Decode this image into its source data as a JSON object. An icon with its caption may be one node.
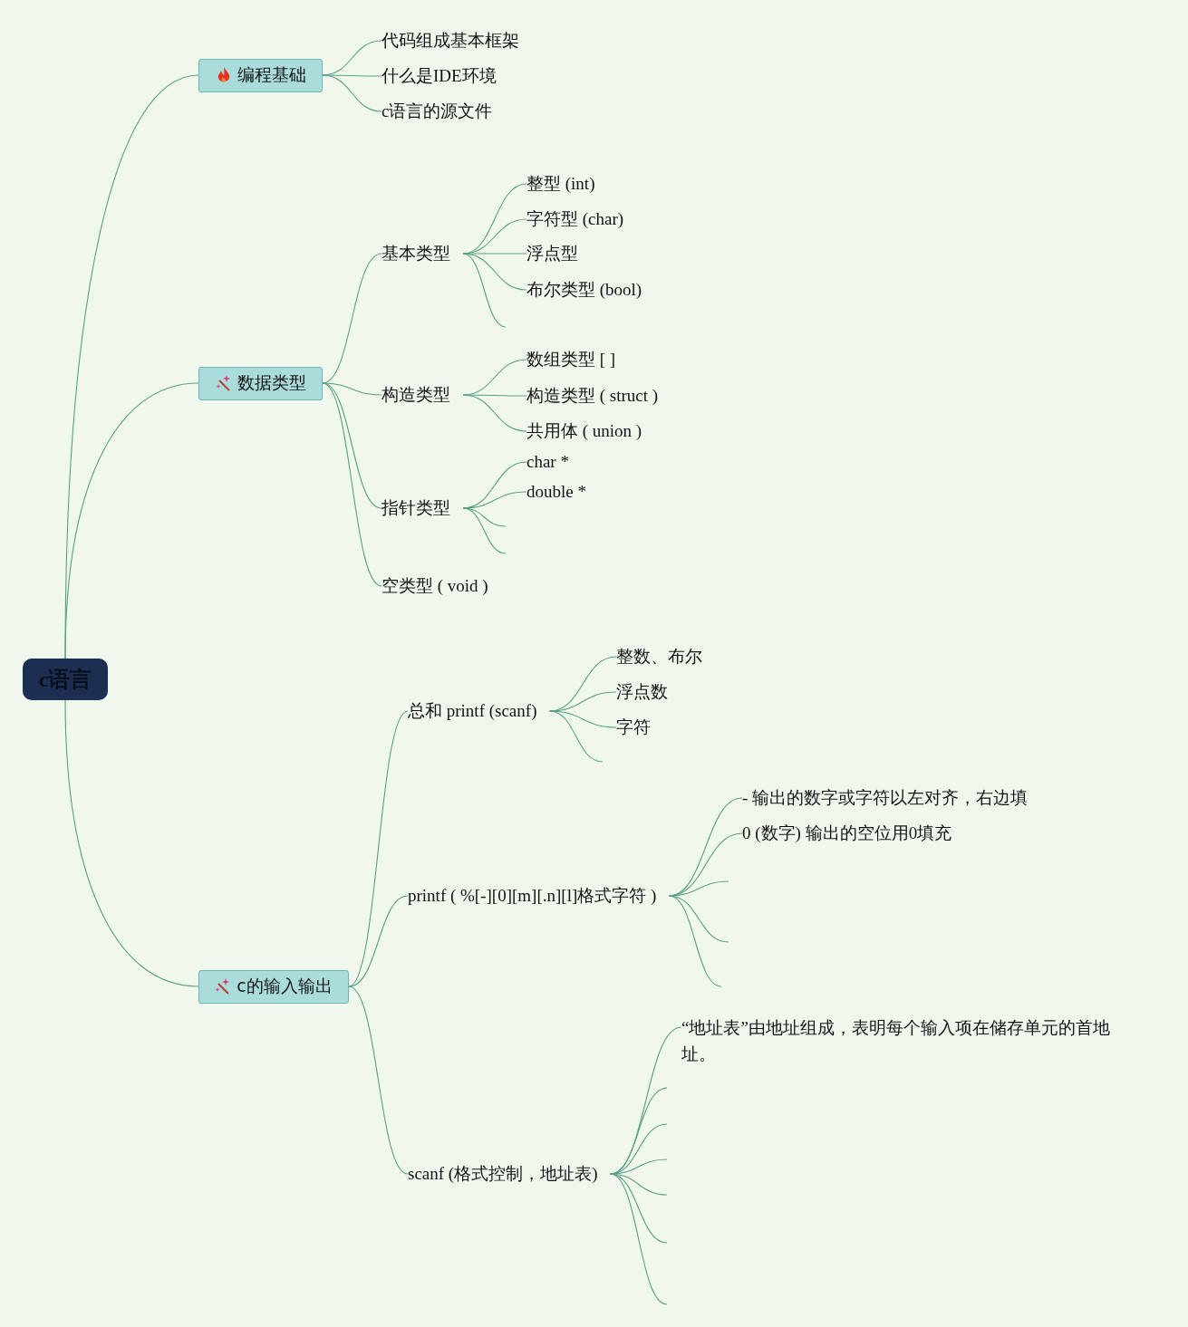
{
  "diagram": {
    "nodes": [
      {
        "text": [
          "c语言"
        ]
      },
      {
        "text": [
          "编程基础"
        ]
      },
      {
        "text": [
          "代码组成基本框架"
        ]
      },
      {
        "text": [
          "什么是IDE环境"
        ]
      },
      {
        "text": [
          "c语言的源文件"
        ]
      },
      {
        "text": [
          "数据类型"
        ]
      },
      {
        "text": [
          "基本类型"
        ]
      },
      {
        "text": [
          "整型 (int)"
        ]
      },
      {
        "text": [
          "字符型 (char)"
        ]
      },
      {
        "text": [
          "浮点型"
        ]
      },
      {
        "text": [
          "布尔类型 (bool)"
        ]
      },
      {
        "text": [
          "构造类型"
        ]
      },
      {
        "text": [
          "数组类型 [ ]"
        ]
      },
      {
        "text": [
          "构造类型 ( struct )"
        ]
      },
      {
        "text": [
          "共用体 ( union )"
        ]
      },
      {
        "text": [
          "指针类型"
        ]
      },
      {
        "text": [
          "char *"
        ]
      },
      {
        "text": [
          "double *"
        ]
      },
      {
        "text": [
          "空类型 ( void )"
        ]
      },
      {
        "text": [
          "c的输入输出"
        ]
      },
      {
        "text": [
          "总和 printf (scanf)"
        ]
      },
      {
        "text": [
          "整数、布尔"
        ]
      },
      {
        "text": [
          "浮点数"
        ]
      },
      {
        "text": [
          "字符"
        ]
      },
      {
        "text": [
          "printf ( %[-][0][m][.n][l]格式字符 )"
        ]
      },
      {
        "text": [
          "- 输出的数字或字符以左对齐，右边填"
        ]
      },
      {
        "text": [
          "0 (数字) 输出的空位用0填充"
        ]
      },
      {
        "text": [
          "scanf (格式控制，地址表)"
        ]
      },
      {
        "text": [
          "“地址表”由地址组成，表明每个输入项在储存单元的首地址。"
        ]
      }
    ],
    "edges": [
      {
        "from": 0,
        "to": 1,
        "arrow": "none"
      },
      {
        "from": 0,
        "to": 5,
        "arrow": "none"
      },
      {
        "from": 0,
        "to": 19,
        "arrow": "none"
      },
      {
        "from": 1,
        "to": 2,
        "arrow": "none"
      },
      {
        "from": 1,
        "to": 3,
        "arrow": "none"
      },
      {
        "from": 1,
        "to": 4,
        "arrow": "none"
      },
      {
        "from": 5,
        "to": 6,
        "arrow": "none"
      },
      {
        "from": 5,
        "to": 11,
        "arrow": "none"
      },
      {
        "from": 5,
        "to": 15,
        "arrow": "none"
      },
      {
        "from": 5,
        "to": 18,
        "arrow": "none"
      },
      {
        "from": 6,
        "to": 7,
        "arrow": "none"
      },
      {
        "from": 6,
        "to": 8,
        "arrow": "none"
      },
      {
        "from": 6,
        "to": 9,
        "arrow": "none"
      },
      {
        "from": 6,
        "to": 10,
        "arrow": "none"
      },
      {
        "from": 6,
        "to": null,
        "arrow": "none"
      },
      {
        "from": 11,
        "to": 12,
        "arrow": "none"
      },
      {
        "from": 11,
        "to": 13,
        "arrow": "none"
      },
      {
        "from": 11,
        "to": 14,
        "arrow": "none"
      },
      {
        "from": 15,
        "to": 16,
        "arrow": "none"
      },
      {
        "from": 15,
        "to": 17,
        "arrow": "none"
      },
      {
        "from": 15,
        "to": null,
        "arrow": "none"
      },
      {
        "from": 15,
        "to": null,
        "arrow": "none"
      },
      {
        "from": 19,
        "to": 20,
        "arrow": "none"
      },
      {
        "from": 19,
        "to": 24,
        "arrow": "none"
      },
      {
        "from": 19,
        "to": 27,
        "arrow": "none"
      },
      {
        "from": 20,
        "to": 21,
        "arrow": "none"
      },
      {
        "from": 20,
        "to": 22,
        "arrow": "none"
      },
      {
        "from": 20,
        "to": 23,
        "arrow": "none"
      },
      {
        "from": 20,
        "to": null,
        "arrow": "none"
      },
      {
        "from": 24,
        "to": 25,
        "arrow": "none"
      },
      {
        "from": 24,
        "to": 26,
        "arrow": "none"
      },
      {
        "from": 24,
        "to": null,
        "arrow": "none"
      },
      {
        "from": 24,
        "to": null,
        "arrow": "none"
      },
      {
        "from": 24,
        "to": null,
        "arrow": "none"
      },
      {
        "from": 27,
        "to": 28,
        "arrow": "none"
      },
      {
        "from": 27,
        "to": null,
        "arrow": "none"
      },
      {
        "from": 27,
        "to": null,
        "arrow": "none"
      },
      {
        "from": 27,
        "to": null,
        "arrow": "none"
      },
      {
        "from": 27,
        "to": null,
        "arrow": "none"
      },
      {
        "from": 27,
        "to": null,
        "arrow": "none"
      },
      {
        "from": 27,
        "to": null,
        "arrow": "none"
      }
    ]
  }
}
